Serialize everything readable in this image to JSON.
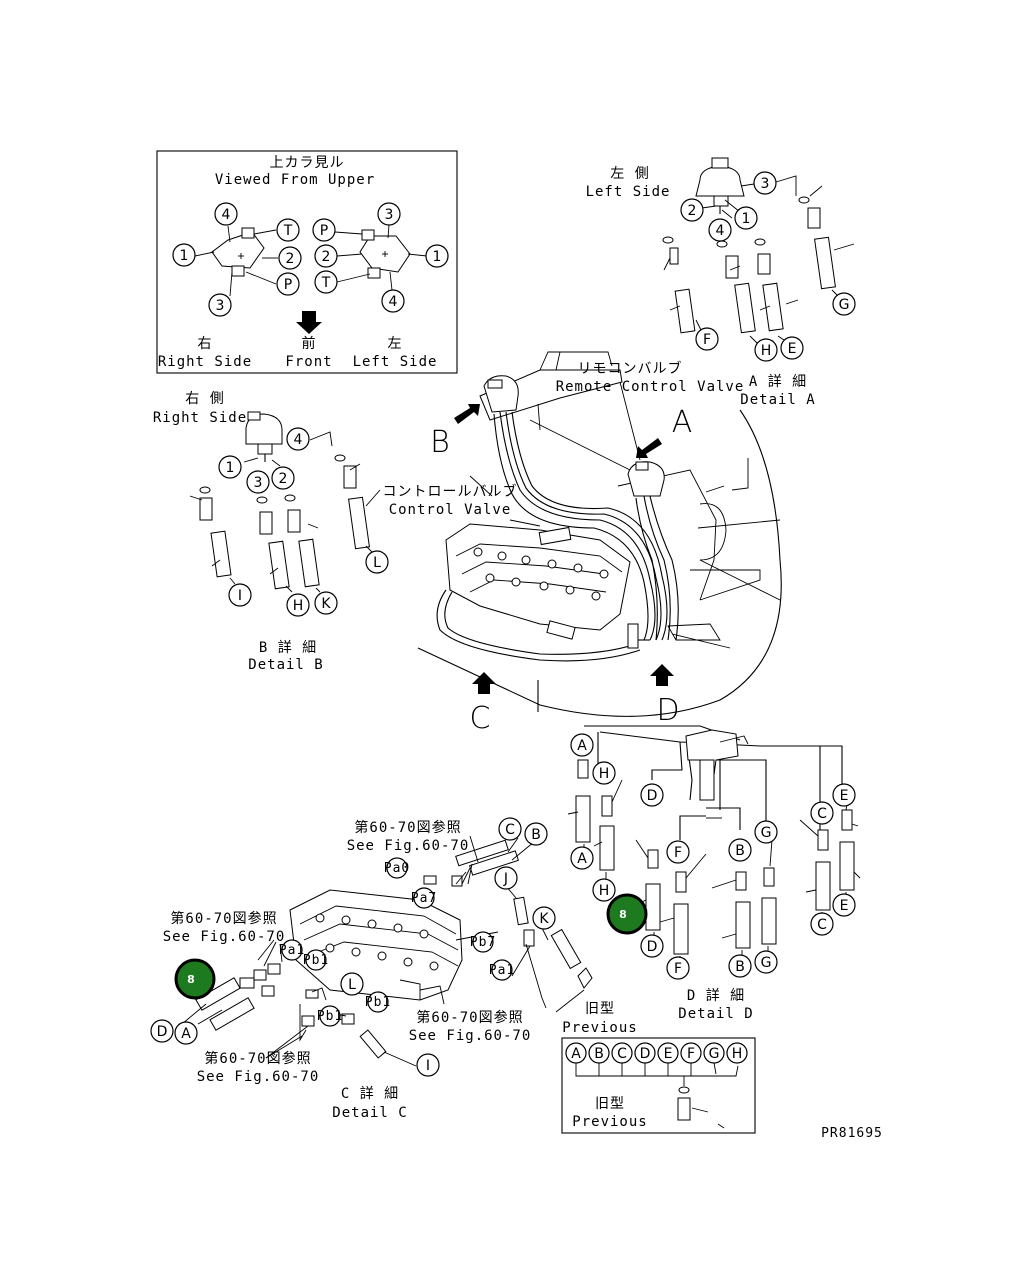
{
  "legend_box": {
    "title_jp": "上カラ見ル",
    "title_en": "Viewed From Upper",
    "right_jp": "右",
    "right_en": "Right Side",
    "front_jp": "前",
    "front_en": "Front",
    "left_jp": "左",
    "left_en": "Left Side",
    "left_valve_callouts": [
      "4",
      "T",
      "1",
      "2",
      "3",
      "P"
    ],
    "right_valve_callouts": [
      "3",
      "P",
      "2",
      "1",
      "T",
      "4"
    ]
  },
  "detail_a": {
    "side_jp": "左 側",
    "side_en": "Left Side",
    "title_jp": "A 詳 細",
    "title_en": "Detail A",
    "callouts": [
      "3",
      "2",
      "4",
      "1",
      "G",
      "F",
      "H",
      "E"
    ]
  },
  "detail_b": {
    "side_jp": "右 側",
    "side_en": "Right Side",
    "title_jp": "B 詳 細",
    "title_en": "Detail B",
    "callouts": [
      "4",
      "1",
      "3",
      "2",
      "L",
      "I",
      "H",
      "K"
    ]
  },
  "main_view": {
    "remote_valve_jp": "リモコンバルブ",
    "remote_valve_en": "Remote Control Valve",
    "control_valve_jp": "コントロールバルブ",
    "control_valve_en": "Control Valve",
    "view_letters": [
      "A",
      "B",
      "C",
      "D"
    ]
  },
  "detail_c": {
    "see_fig_jp": "第60-70図参照",
    "see_fig_en": "See Fig.60-70",
    "title_jp": "C 詳 細",
    "title_en": "Detail C",
    "port_labels": [
      "Pa0",
      "Pa7",
      "Pb7",
      "Pb1",
      "Pa1",
      "Pb1",
      "Pa1",
      "Pb1"
    ],
    "callouts": [
      "C",
      "B",
      "J",
      "K",
      "L",
      "D",
      "A",
      "I"
    ]
  },
  "detail_d": {
    "title_jp": "D 詳 細",
    "title_en": "Detail D",
    "callouts": [
      "A",
      "H",
      "D",
      "C",
      "E",
      "G",
      "B",
      "F",
      "A",
      "H",
      "D",
      "F",
      "B",
      "G",
      "C",
      "E"
    ]
  },
  "previous_box": {
    "label_jp": "旧型",
    "label_en": "Previous",
    "letters": [
      "A",
      "B",
      "C",
      "D",
      "E",
      "F",
      "G",
      "H"
    ]
  },
  "hotspots": [
    {
      "label": "8"
    },
    {
      "label": "8"
    }
  ],
  "drawing_number": "PR81695"
}
